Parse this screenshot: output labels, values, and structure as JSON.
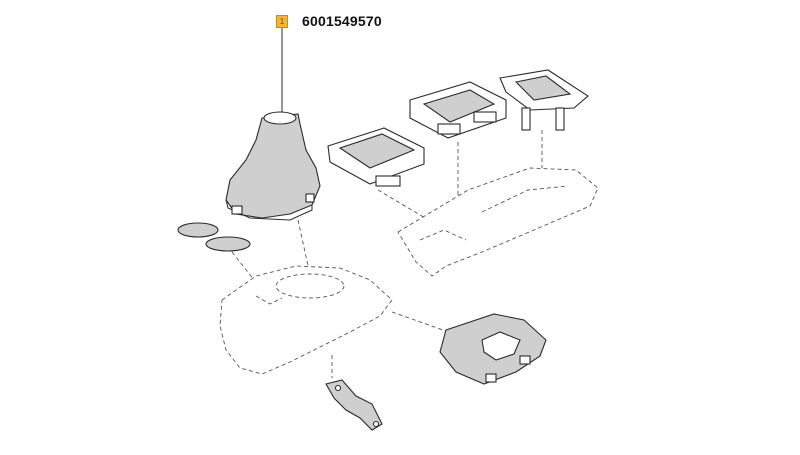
{
  "callout": {
    "index": "1",
    "part_number": "6001549570"
  },
  "parts": [
    {
      "name": "gear-lever-boot",
      "highlighted": true
    },
    {
      "name": "boot-seal-ring"
    },
    {
      "name": "center-console-front"
    },
    {
      "name": "console-bracket"
    },
    {
      "name": "gear-selector-bezel"
    },
    {
      "name": "cup-holder-single"
    },
    {
      "name": "cup-holder-double"
    },
    {
      "name": "rear-trim-cover"
    },
    {
      "name": "center-console-rear"
    }
  ],
  "colors": {
    "callout_badge": "#f5b437",
    "line": "#2b2b2b",
    "boot_fill": "#cfcfcf"
  }
}
